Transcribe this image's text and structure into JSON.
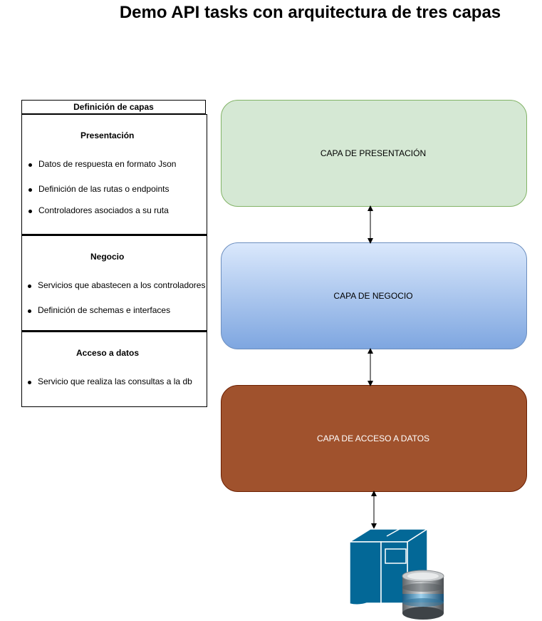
{
  "title": "Demo API tasks con arquitectura de tres capas",
  "legend": {
    "header": "Definición de capas",
    "sections": [
      {
        "title": "Presentación",
        "items": [
          "Datos de respuesta en formato Json",
          "Definición de las rutas o endpoints",
          "Controladores asociados a su ruta"
        ]
      },
      {
        "title": "Negocio",
        "items": [
          "Servicios que abastecen a los controladores",
          "Definición de schemas e interfaces"
        ]
      },
      {
        "title": "Acceso a datos",
        "items": [
          "Servicio que realiza las consultas a la db"
        ]
      }
    ]
  },
  "layers": {
    "presentation": "CAPA DE PRESENTACIÓN",
    "business": "CAPA DE NEGOCIO",
    "data_access": "CAPA DE ACCESO A DATOS"
  },
  "icons": {
    "database_server": "database-server-icon",
    "arrow": "double-arrow-icon"
  },
  "colors": {
    "presentation_fill": "#d5e8d4",
    "business_fill_top": "#dae8fc",
    "business_fill_bottom": "#7ea6e0",
    "data_access_fill": "#a0522d",
    "server_blue": "#036897"
  }
}
